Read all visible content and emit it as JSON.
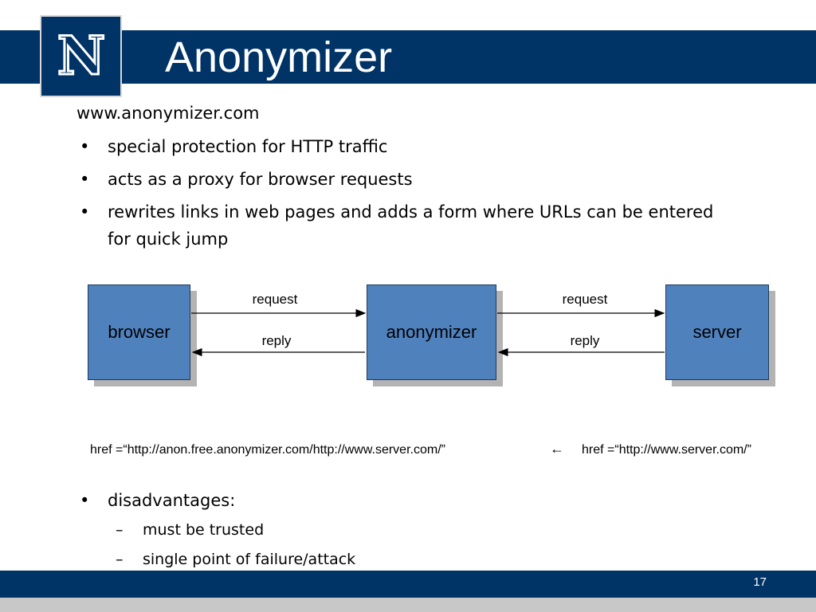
{
  "header": {
    "logo_letter": "N",
    "title": "Anonymizer"
  },
  "content": {
    "url_line": "www.anonymizer.com",
    "bullets": [
      "special protection for HTTP traffic",
      "acts as a proxy for browser requests",
      "rewrites links in web pages and adds a form where URLs can be entered",
      "for quick jump"
    ],
    "bullet_symbol": "•",
    "disadvantages_heading": "disadvantages:",
    "sub_bullet_symbol": "–",
    "sub_bullets": [
      "must be trusted",
      "single point of failure/attack"
    ]
  },
  "diagram": {
    "nodes": [
      "browser",
      "anonymizer",
      "server"
    ],
    "edge_labels": {
      "request_left": "request",
      "reply_left": "reply",
      "request_right": "request",
      "reply_right": "reply"
    },
    "box_color": "#4f81bd"
  },
  "href_line": {
    "rewritten": "href =“http://anon.free.anonymizer.com/http://www.server.com/”",
    "arrow": "←",
    "original": "href =“http://www.server.com/”"
  },
  "footer": {
    "page_number": "17"
  },
  "colors": {
    "brand_navy": "#003366",
    "footer_gray": "#c8c8c8"
  }
}
